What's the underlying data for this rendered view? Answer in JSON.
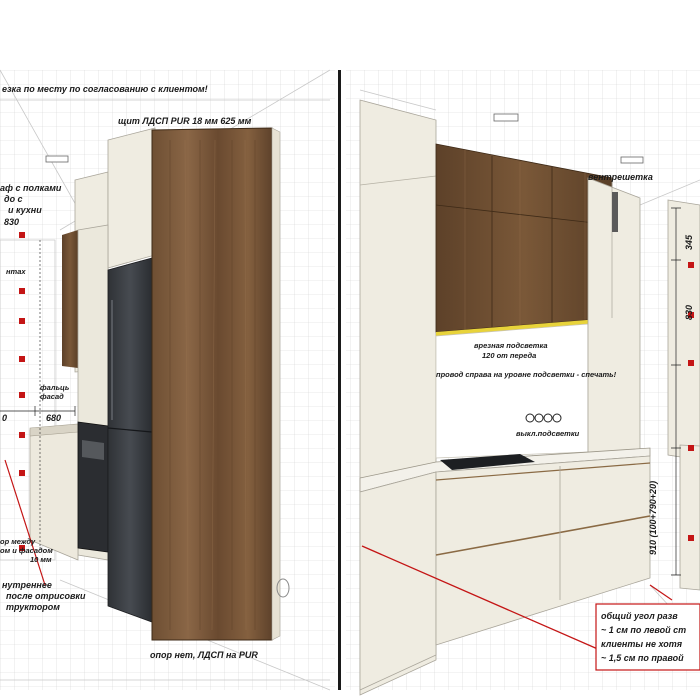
{
  "left_panel": {
    "top_note": "езка по месту по согласованию с клиентом!",
    "shield_note": "щит ЛДСП PUR 18 мм 625 мм",
    "cabinet_note_1": "аф с полками",
    "cabinet_note_2": "до с",
    "cabinet_note_3": "и кухни",
    "cabinet_note_4": "830",
    "antresol_note": "нтах",
    "chamfer_note_1": "фальць",
    "chamfer_note_2": "фасад",
    "dim_680": "680",
    "dim_0": "0",
    "gap_note_1": "ор между",
    "gap_note_2": "ом и фасадом",
    "gap_note_3": "10 мм",
    "inner_note_1": "нутреннее",
    "inner_note_2": "после отрисовки",
    "inner_note_3": "труктором",
    "bottom_note": "опор нет, ЛДСП на PUR"
  },
  "right_panel": {
    "vent_label": "вентрешетка",
    "dim_345": "345",
    "dim_830": "830",
    "dim_910": "910 (100+790+20)",
    "light_note_1": "врезная подсветка",
    "light_note_2": "120 от переда",
    "wire_note": "провод справа на уровне подсветки - спечать!",
    "switch_note": "выкл.подсветки",
    "corner_note_1": "общий угол разв",
    "corner_note_2": "~ 1 см по левой ст",
    "corner_note_3": "клиенты не хотя",
    "corner_note_4": "~ 1,5 см по правой"
  },
  "colors": {
    "wood": "#7a5a3c",
    "cream": "#efece1",
    "grid": "#cfcfcf",
    "red": "#c41515",
    "fridge": "#3c3f44"
  }
}
